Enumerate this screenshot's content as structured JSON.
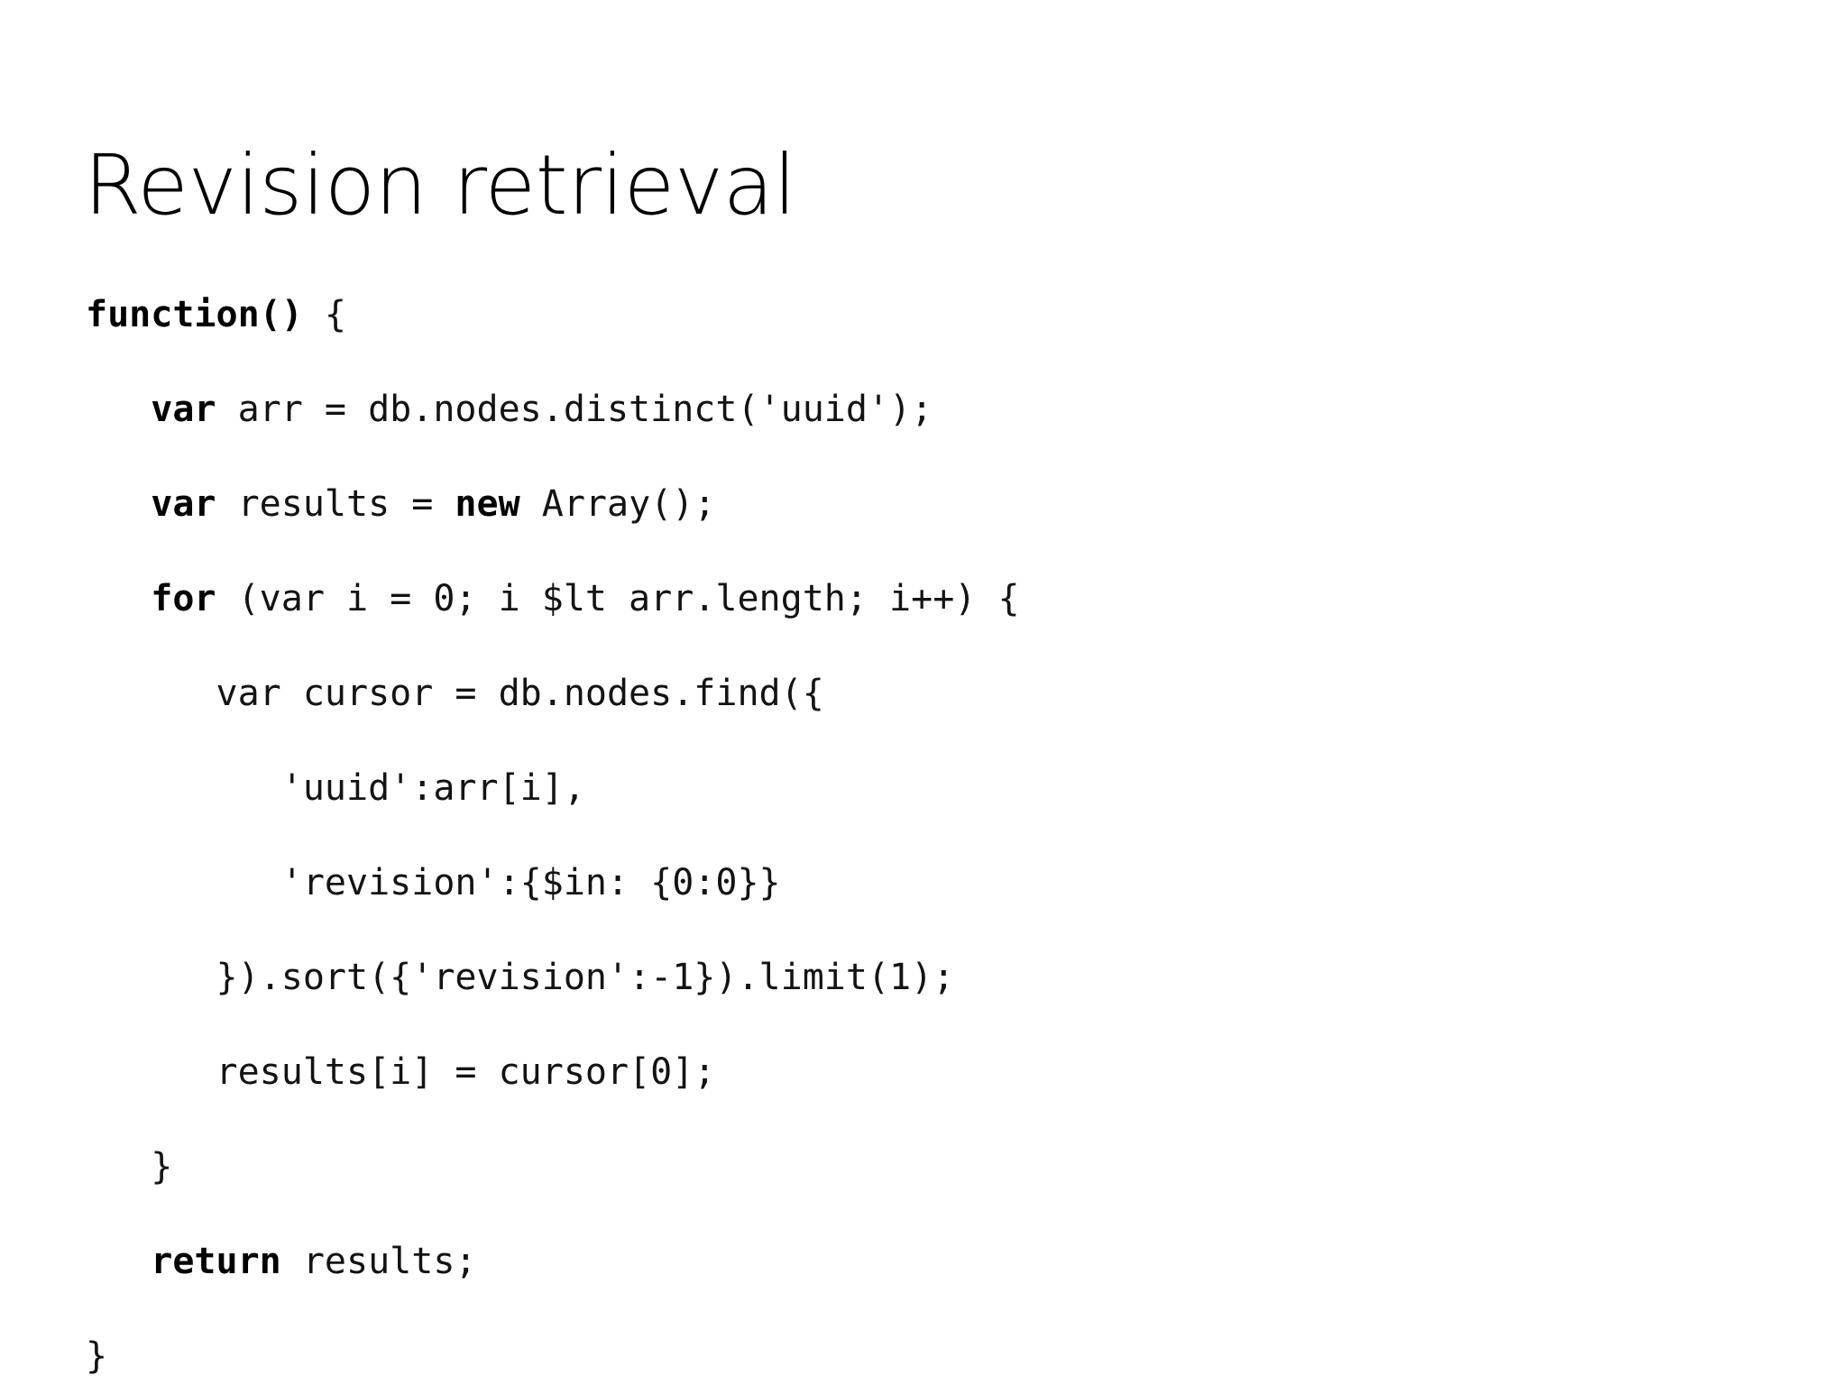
{
  "slide": {
    "title": "Revision retrieval",
    "background_color": "#ffffff",
    "text_color": "#000000"
  },
  "code": {
    "language": "javascript",
    "full_text": "function() {\n    var arr = db.nodes.distinct('uuid');\n    var results = new Array();\n    for (var i = 0; i $lt arr.length; i++) {\n        var cursor = db.nodes.find({\n            'uuid':arr[i],\n            'revision':{$in: {0:0}}\n        }).sort({'revision':-1}).limit(1);\n        results[i] = cursor[0];\n    }\n    return results;\n}",
    "lines": [
      {
        "indent": "",
        "segments": [
          {
            "text": "function()",
            "bold": true
          },
          {
            "text": " {",
            "bold": false
          }
        ]
      },
      {
        "indent": "   ",
        "segments": [
          {
            "text": "var",
            "bold": true
          },
          {
            "text": " arr = db.nodes.distinct('uuid');",
            "bold": false
          }
        ]
      },
      {
        "indent": "   ",
        "segments": [
          {
            "text": "var",
            "bold": true
          },
          {
            "text": " results = ",
            "bold": false
          },
          {
            "text": "new",
            "bold": true
          },
          {
            "text": " Array();",
            "bold": false
          }
        ]
      },
      {
        "indent": "   ",
        "segments": [
          {
            "text": "for",
            "bold": true
          },
          {
            "text": " (var i = 0; i $lt arr.length; i++) {",
            "bold": false
          }
        ]
      },
      {
        "indent": "      ",
        "segments": [
          {
            "text": "var cursor = db.nodes.find({",
            "bold": false
          }
        ]
      },
      {
        "indent": "         ",
        "segments": [
          {
            "text": "'uuid':arr[i],",
            "bold": false
          }
        ]
      },
      {
        "indent": "         ",
        "segments": [
          {
            "text": "'revision':{$in: {0:0}}",
            "bold": false
          }
        ]
      },
      {
        "indent": "      ",
        "segments": [
          {
            "text": "}).sort({'revision':-1}).limit(1);",
            "bold": false
          }
        ]
      },
      {
        "indent": "      ",
        "segments": [
          {
            "text": "results[i] = cursor[0];",
            "bold": false
          }
        ]
      },
      {
        "indent": "   ",
        "segments": [
          {
            "text": "}",
            "bold": false
          }
        ]
      },
      {
        "indent": "   ",
        "segments": [
          {
            "text": "return",
            "bold": true
          },
          {
            "text": " results;",
            "bold": false
          }
        ]
      },
      {
        "indent": "",
        "segments": [
          {
            "text": "}",
            "bold": false
          }
        ]
      }
    ]
  }
}
